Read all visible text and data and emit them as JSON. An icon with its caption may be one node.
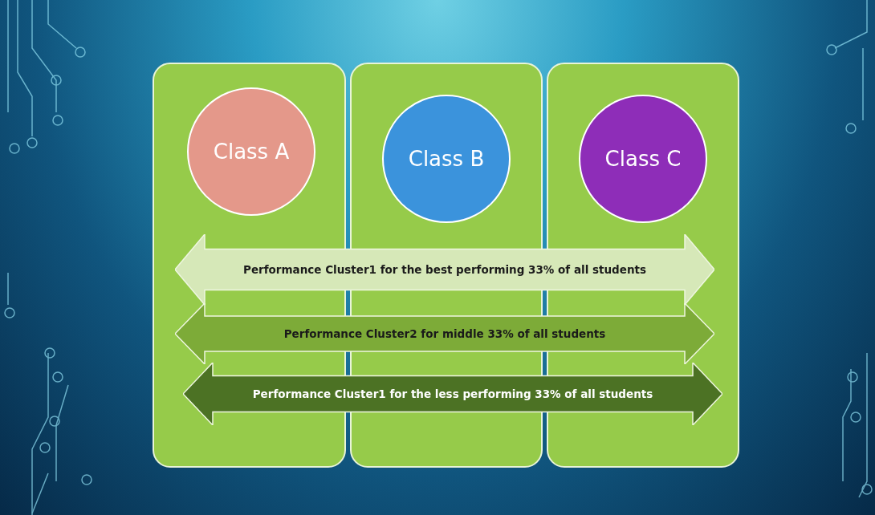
{
  "diagram": {
    "nodes": [
      {
        "text": [],
        "shape": "box"
      },
      {
        "text": [
          "Class A"
        ],
        "in": 0
      },
      {
        "text": [],
        "shape": "box"
      },
      {
        "text": [
          "Class B"
        ],
        "in": 2
      },
      {
        "text": [],
        "shape": "box"
      },
      {
        "text": [
          "Class C"
        ],
        "in": 4
      },
      {
        "text": [
          "Performance Cluster1 for the best performing 33%  of all students"
        ]
      },
      {
        "text": [
          "Performance Cluster2 for middle 33%  of all students"
        ]
      },
      {
        "text": [
          "Performance Cluster1 for the less performing 33%  of all students"
        ]
      }
    ]
  }
}
